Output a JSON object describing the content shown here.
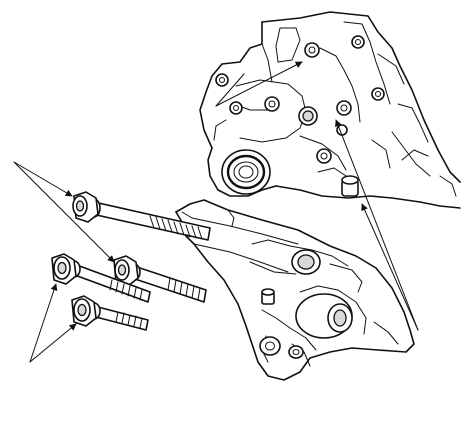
{
  "figure": {
    "subject": "transmission-mount-bracket-bolts",
    "parts": [
      {
        "id": "engine-block"
      },
      {
        "id": "mount-bracket"
      },
      {
        "id": "long-bolt-upper"
      },
      {
        "id": "long-bolt-middle"
      },
      {
        "id": "short-bolt-upper"
      },
      {
        "id": "short-bolt-lower"
      },
      {
        "id": "dowel-pin"
      }
    ],
    "colors": {
      "line": "#111111",
      "background": "#ffffff",
      "shade": "#d9d9d9"
    }
  }
}
